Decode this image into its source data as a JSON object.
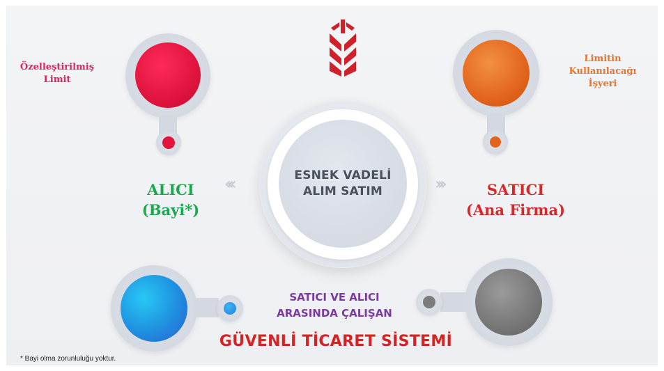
{
  "center": {
    "line1": "ESNEK VADELİ",
    "line2": "ALIM SATIM"
  },
  "buyer": {
    "title": "ALICI",
    "subtitle": "(Bayi*)",
    "color": "#1aa84f"
  },
  "seller": {
    "title": "SATICI",
    "subtitle": "(Ana Firma)",
    "color": "#d62a2a"
  },
  "left_note": {
    "line1": "Özelleştirilmiş",
    "line2": "Limit",
    "color": "#e0245e"
  },
  "right_note": {
    "line1": "Limitin",
    "line2": "Kullanılacağı",
    "line3": "İşyeri",
    "color": "#e8732a"
  },
  "bottom": {
    "line1": "SATICI VE ALICI",
    "line2": "ARASINDA ÇALIŞAN",
    "line1_color": "#7a3aa0",
    "headline": "GÜVENLİ TİCARET SİSTEMİ",
    "headline_color": "#d62222"
  },
  "footnote": "* Bayi olma zorunluluğu yoktur.",
  "colors": {
    "red": "#e0143e",
    "orange": "#e2641c",
    "blue": "#1f8fe0",
    "gray": "#7c7c7c",
    "logo": "#d0202a"
  }
}
